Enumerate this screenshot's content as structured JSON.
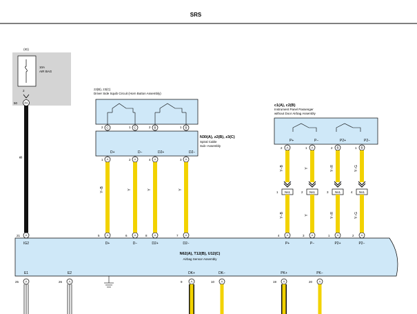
{
  "header": {
    "title": "SRS"
  },
  "fuse": {
    "ig_label": "(IG)",
    "rating": "10A",
    "name": "AIR BAG",
    "pin": "2",
    "conn_pin": "50",
    "conn_id": "4A",
    "wire_color": "B"
  },
  "squib_driver": {
    "ref": "z2(B), z3(C)",
    "name": "Driver Side Squib Circuit (Horn Button Assembly)",
    "pins": [
      {
        "num": "2",
        "conn": "C"
      },
      {
        "num": "1",
        "conn": "C"
      },
      {
        "num": "2",
        "conn": "B"
      },
      {
        "num": "1",
        "conn": "B"
      }
    ]
  },
  "spiral_cable": {
    "ref": "N30(A), z2(B), z3(C)",
    "name_line1": "Spiral Cable",
    "name_line2": "Sub−Assembly",
    "terminals": [
      "D+",
      "D−",
      "D2+",
      "D2−"
    ],
    "pins": [
      {
        "num": "1",
        "conn": "A"
      },
      {
        "num": "2",
        "conn": "A"
      },
      {
        "num": "4",
        "conn": "A"
      },
      {
        "num": "3",
        "conn": "A"
      }
    ],
    "wire_colors": [
      "Y−B",
      "Y",
      "Y",
      "Y"
    ]
  },
  "passenger": {
    "ref": "c1(A), c2(B)",
    "name_line1": "Instrument Panel Passenger",
    "name_line2": "without Door Airbag Assembly",
    "terminals": [
      "P+",
      "P−",
      "P2+",
      "P2−"
    ],
    "pins": [
      {
        "num": "2",
        "conn": "A"
      },
      {
        "num": "1",
        "conn": "A"
      },
      {
        "num": "2",
        "conn": "B"
      },
      {
        "num": "1",
        "conn": "B"
      }
    ],
    "wire_colors_upper": [
      "Y−B",
      "Y",
      "Y−R",
      "Y−G"
    ],
    "wire_colors_lower": [
      "Y−B",
      "Y",
      "Y−R",
      "Y−G"
    ],
    "junction": [
      {
        "num": "1",
        "id": "Ns1"
      },
      {
        "num": "2",
        "id": "Ns1"
      },
      {
        "num": "3",
        "id": "Ns1"
      },
      {
        "num": "4",
        "id": "Ns1"
      }
    ]
  },
  "ecu": {
    "ref": "N62(A), T12(B), U12(C)",
    "name": "Airbag Sensor Assembly",
    "top_pins": [
      {
        "num": "21",
        "conn": "A",
        "label": "IG2"
      },
      {
        "num": "5",
        "conn": "A",
        "label": "D+"
      },
      {
        "num": "6",
        "conn": "A",
        "label": "D−"
      },
      {
        "num": "8",
        "conn": "A",
        "label": "D2+"
      },
      {
        "num": "7",
        "conn": "A",
        "label": "D2−"
      },
      {
        "num": "4",
        "conn": "A",
        "label": "P+"
      },
      {
        "num": "3",
        "conn": "A",
        "label": "P−"
      },
      {
        "num": "1",
        "conn": "A",
        "label": "P2+"
      },
      {
        "num": "2",
        "conn": "A",
        "label": "P2−"
      }
    ],
    "bottom_pins": [
      {
        "num": "25",
        "conn": "A",
        "label": "E1"
      },
      {
        "num": "26",
        "conn": "A",
        "label": "E2"
      },
      {
        "num": "9",
        "conn": "A",
        "label": "DK+"
      },
      {
        "num": "10",
        "conn": "A",
        "label": "DK−"
      },
      {
        "num": "19",
        "conn": "A",
        "label": "PK+"
      },
      {
        "num": "20",
        "conn": "A",
        "label": "PK−"
      }
    ]
  },
  "colors": {
    "box_fill": "#cfe8f8",
    "wire_yellow": "#f2d200",
    "wire_black": "#111111",
    "fuse_panel": "#d4d4d4"
  }
}
